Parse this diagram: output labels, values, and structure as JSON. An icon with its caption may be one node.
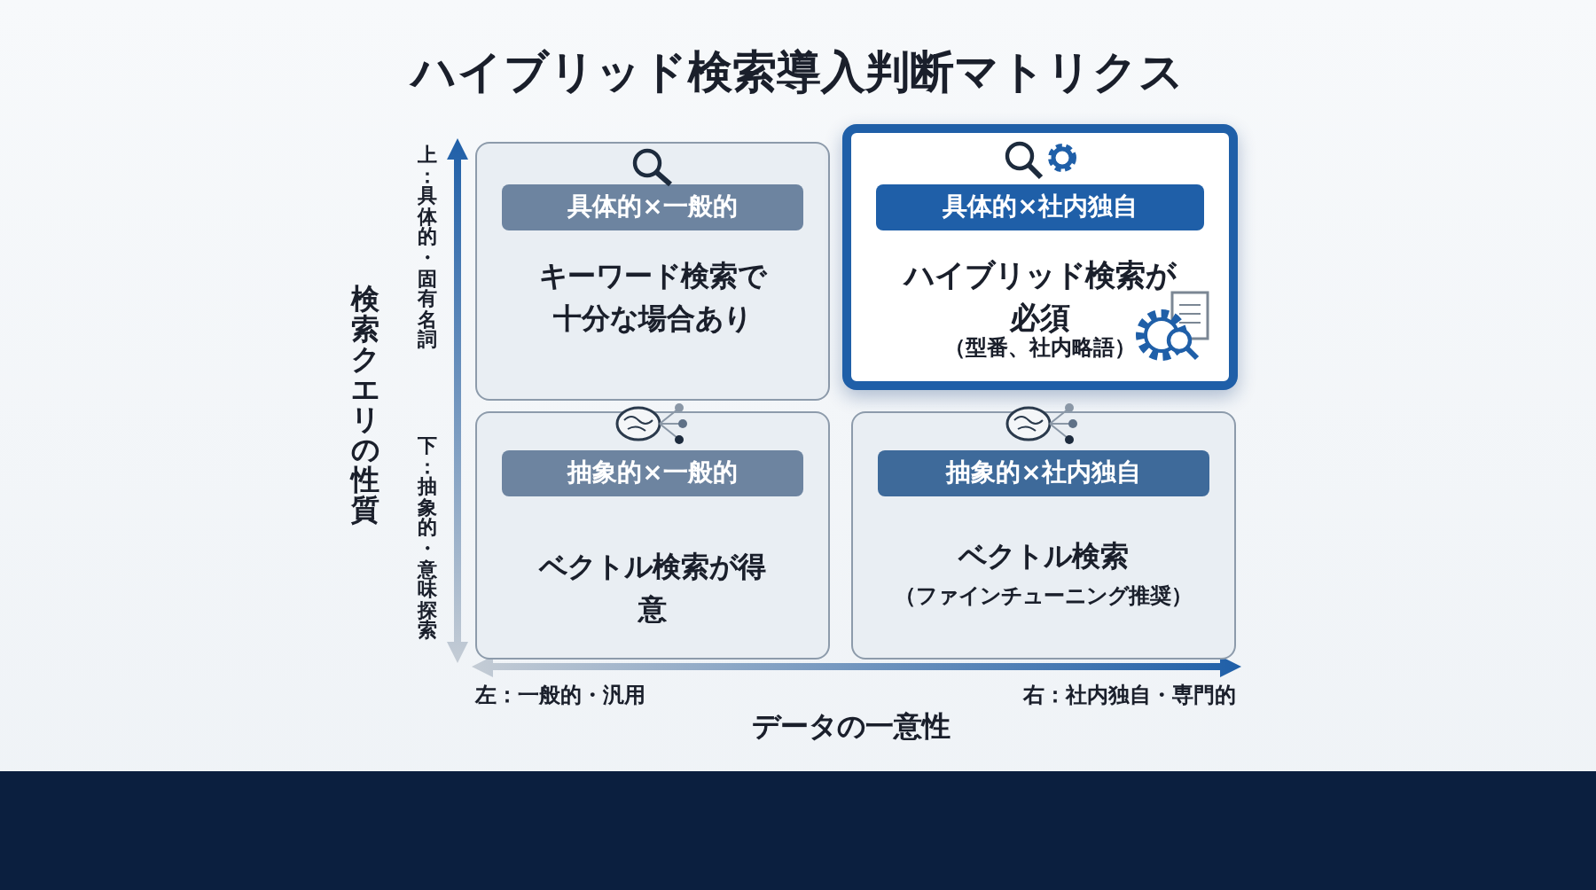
{
  "diagram": {
    "title": "ハイブリッド検索導入判断マトリクス",
    "nodes": [
      {
        "text": [
          "具体的×一般的",
          "キーワード検索で十分な場合あり"
        ]
      },
      {
        "text": [
          "具体的×社内独自",
          "ハイブリッド検索が必須",
          "（型番、社内略語）"
        ]
      },
      {
        "text": [
          "抽象的×一般的",
          "ベクトル検索が得意"
        ]
      },
      {
        "text": [
          "抽象的×社内独自",
          "ベクトル検索",
          "（ファインチューニング推奨）"
        ]
      }
    ],
    "edges": [],
    "labels": [
      "上：具体的・固有名詞",
      "下：抽象的・意味探索",
      "検索クエリの性質",
      "左：一般的・汎用",
      "右：社内独自・専門的",
      "データの一意性"
    ]
  }
}
